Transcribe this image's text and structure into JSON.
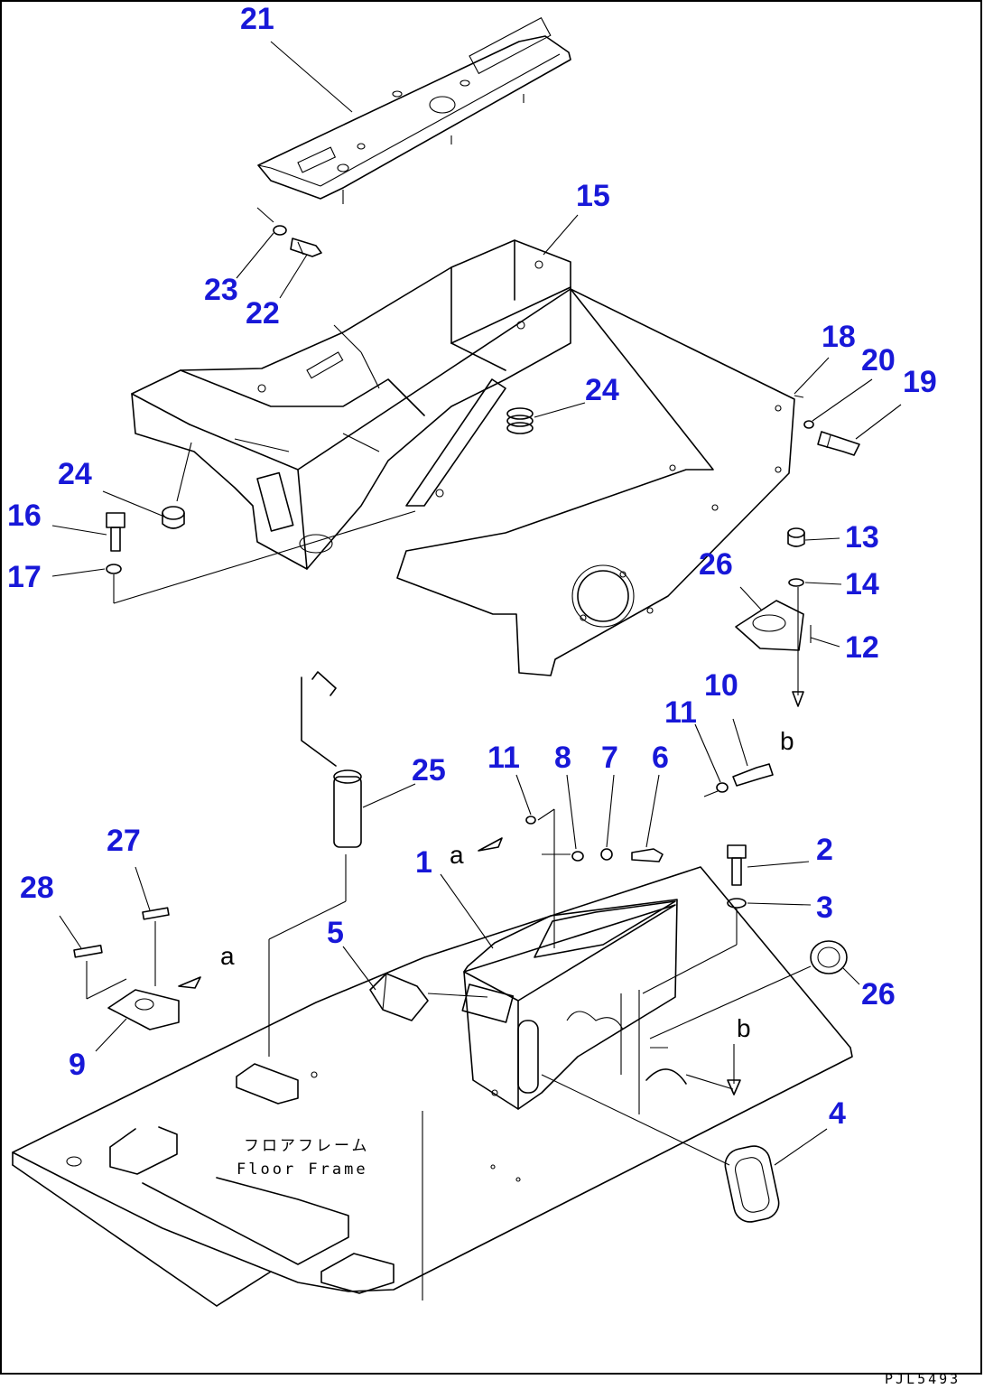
{
  "figure": {
    "drawing_code": "PJL5493",
    "floor_frame_label_jp": "フロアフレーム",
    "floor_frame_label_en": "Floor Frame"
  },
  "callouts": [
    "21",
    "15",
    "23",
    "22",
    "18",
    "20",
    "19",
    "24",
    "24",
    "16",
    "17",
    "13",
    "26",
    "14",
    "12",
    "10",
    "11",
    "25",
    "11",
    "8",
    "7",
    "6",
    "27",
    "28",
    "1",
    "2",
    "3",
    "5",
    "26",
    "9",
    "4"
  ],
  "reference_marks": [
    "a",
    "a",
    "b",
    "b"
  ]
}
